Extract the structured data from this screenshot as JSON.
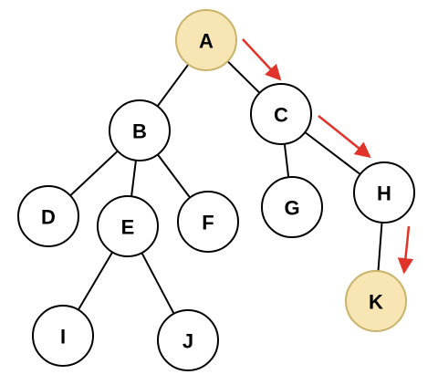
{
  "diagram": {
    "colors": {
      "highlight_fill": "#f8e5b4",
      "highlight_stroke": "#c9b26a",
      "node_fill": "#ffffff",
      "node_stroke": "#000000",
      "edge": "#000000",
      "arrow": "#e0332a"
    },
    "nodes": [
      {
        "id": "A",
        "label": "A",
        "highlighted": true
      },
      {
        "id": "B",
        "label": "B",
        "highlighted": false
      },
      {
        "id": "C",
        "label": "C",
        "highlighted": false
      },
      {
        "id": "D",
        "label": "D",
        "highlighted": false
      },
      {
        "id": "E",
        "label": "E",
        "highlighted": false
      },
      {
        "id": "F",
        "label": "F",
        "highlighted": false
      },
      {
        "id": "G",
        "label": "G",
        "highlighted": false
      },
      {
        "id": "H",
        "label": "H",
        "highlighted": false
      },
      {
        "id": "I",
        "label": "I",
        "highlighted": false
      },
      {
        "id": "J",
        "label": "J",
        "highlighted": false
      },
      {
        "id": "K",
        "label": "K",
        "highlighted": true
      }
    ],
    "edges": [
      {
        "from": "A",
        "to": "B"
      },
      {
        "from": "A",
        "to": "C"
      },
      {
        "from": "B",
        "to": "D"
      },
      {
        "from": "B",
        "to": "E"
      },
      {
        "from": "B",
        "to": "F"
      },
      {
        "from": "C",
        "to": "G"
      },
      {
        "from": "C",
        "to": "H"
      },
      {
        "from": "E",
        "to": "I"
      },
      {
        "from": "E",
        "to": "J"
      },
      {
        "from": "H",
        "to": "K"
      }
    ],
    "path": [
      "A",
      "C",
      "H",
      "K"
    ]
  }
}
